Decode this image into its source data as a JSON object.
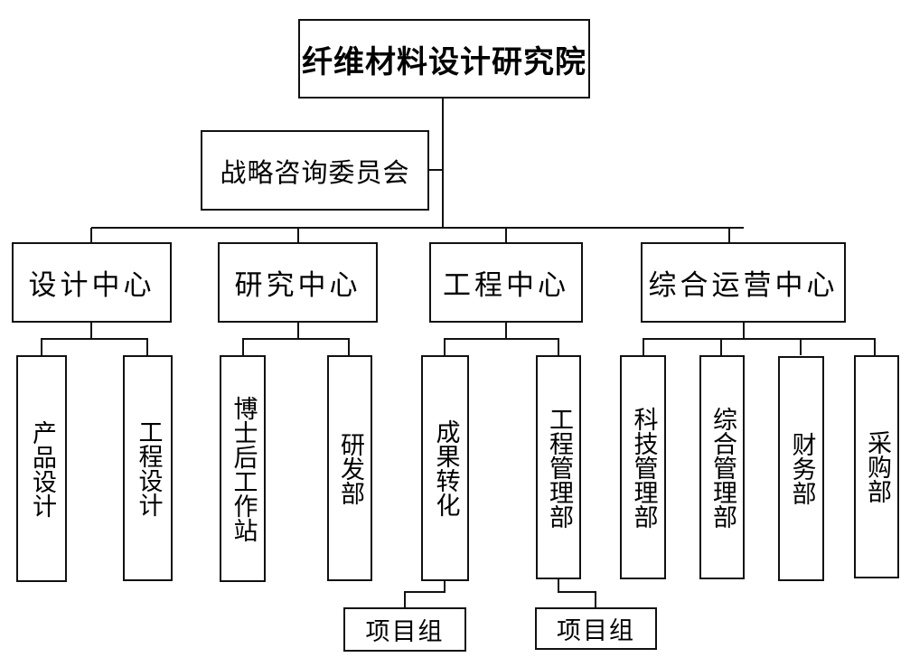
{
  "org_chart": {
    "root": "纤维材料设计研究院",
    "advisory": "战略咨询委员会",
    "centers": [
      {
        "name": "设计中心",
        "departments": [
          "产品设计",
          "工程设计"
        ]
      },
      {
        "name": "研究中心",
        "departments": [
          "博士后工作站",
          "研发部"
        ]
      },
      {
        "name": "工程中心",
        "departments": [
          "成果转化",
          "工程管理部"
        ]
      },
      {
        "name": "综合运营中心",
        "departments": [
          "科技管理部",
          "综合管理部",
          "财务部",
          "采购部"
        ]
      }
    ],
    "sub_units": [
      {
        "parent": "成果转化",
        "name": "项目组"
      },
      {
        "parent": "工程管理部",
        "name": "项目组"
      }
    ]
  }
}
